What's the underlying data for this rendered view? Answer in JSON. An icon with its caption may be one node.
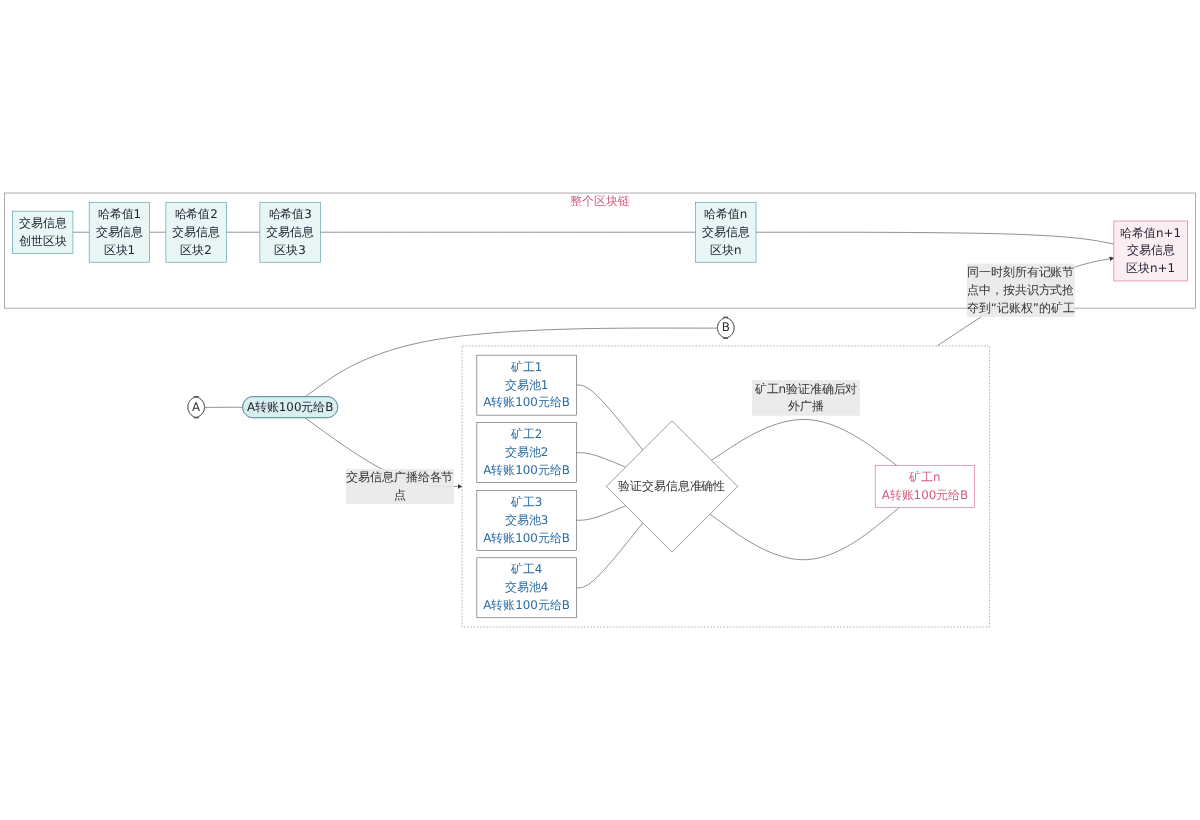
{
  "diagram": {
    "nodes": [
      {
        "text": [
          "A"
        ]
      },
      {
        "text": [
          "B"
        ]
      },
      {
        "text": [
          "A转账100元给B"
        ]
      },
      {
        "text": [],
        "shape": "box"
      },
      {
        "text": [
          "矿工1",
          "交易池1",
          "A转账100元给B"
        ],
        "in": 3
      },
      {
        "text": [
          "矿工2",
          "交易池2",
          "A转账100元给B"
        ],
        "in": 3
      },
      {
        "text": [
          "矿工3",
          "交易池3",
          "A转账100元给B"
        ],
        "in": 3
      },
      {
        "text": [
          "矿工4",
          "交易池4",
          "A转账100元给B"
        ],
        "in": 3
      },
      {
        "text": [
          "矿工n",
          "A转账100元给B"
        ],
        "in": 3
      },
      {
        "text": [
          "验证交易信息准确性"
        ],
        "in": 3
      },
      {
        "text": [
          "整个区块链"
        ]
      },
      {
        "text": [
          "交易信息",
          "创世区块"
        ],
        "in": 10
      },
      {
        "text": [
          "哈希值1",
          "交易信息",
          "区块1"
        ],
        "in": 10
      },
      {
        "text": [
          "哈希值2",
          "交易信息",
          "区块2"
        ],
        "in": 10
      },
      {
        "text": [
          "哈希值3",
          "交易信息",
          "区块3"
        ],
        "in": 10
      },
      {
        "text": [
          "哈希值n",
          "交易信息",
          "区块n"
        ],
        "in": 10
      },
      {
        "text": [
          "哈希值n+1",
          "交易信息",
          "区块n+1"
        ],
        "in": 10
      }
    ],
    "edges": [
      {
        "from": 0,
        "to": 2,
        "arrow": "none"
      },
      {
        "from": 2,
        "to": 1,
        "arrow": "none"
      },
      {
        "from": 2,
        "to": 3,
        "arrow": "to",
        "label": "交易信息广播给各节点"
      },
      {
        "from": 4,
        "to": 9,
        "arrow": "none"
      },
      {
        "from": 5,
        "to": 9,
        "arrow": "none"
      },
      {
        "from": 6,
        "to": 9,
        "arrow": "none"
      },
      {
        "from": 7,
        "to": 9,
        "arrow": "none"
      },
      {
        "from": 8,
        "to": 9,
        "arrow": "none"
      },
      {
        "from": 9,
        "to": 8,
        "arrow": "none",
        "label": "矿工n验证准确后对外广播"
      },
      {
        "from": 3,
        "to": 16,
        "arrow": "to",
        "label": "同一时刻所有记账节点中，按共识方式抢夺到“记账权”的矿工"
      },
      {
        "from": 11,
        "to": 12,
        "arrow": "none"
      },
      {
        "from": 12,
        "to": 13,
        "arrow": "none"
      },
      {
        "from": 13,
        "to": 14,
        "arrow": "none"
      },
      {
        "from": 14,
        "to": 15,
        "arrow": "none"
      },
      {
        "from": 15,
        "to": 16,
        "arrow": "none"
      }
    ]
  }
}
